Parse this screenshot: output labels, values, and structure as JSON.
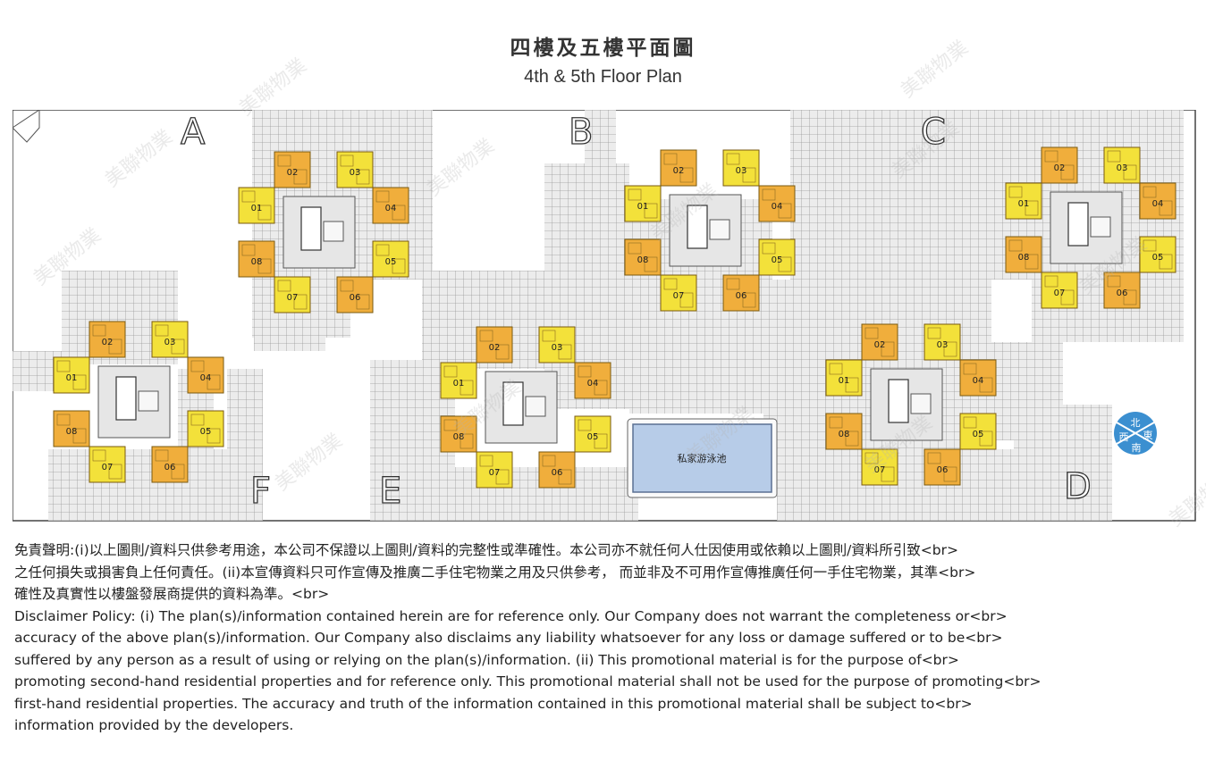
{
  "title": {
    "cn": "四樓及五樓平面圖",
    "en": "4th & 5th Floor Plan"
  },
  "blocks": [
    {
      "letter": "A",
      "units": [
        "01",
        "02",
        "03",
        "04",
        "05",
        "06",
        "07",
        "08"
      ]
    },
    {
      "letter": "B",
      "units": [
        "01",
        "02",
        "03",
        "04",
        "05",
        "06",
        "07",
        "08"
      ]
    },
    {
      "letter": "C",
      "units": [
        "01",
        "02",
        "03",
        "04",
        "05",
        "06",
        "07",
        "08"
      ]
    },
    {
      "letter": "D",
      "units": [
        "01",
        "02",
        "03",
        "04",
        "05",
        "06",
        "07",
        "08"
      ]
    },
    {
      "letter": "E",
      "units": [
        "01",
        "02",
        "03",
        "04",
        "05",
        "06",
        "07",
        "08"
      ]
    },
    {
      "letter": "F",
      "units": [
        "01",
        "02",
        "03",
        "04",
        "05",
        "06",
        "07",
        "08"
      ]
    }
  ],
  "pool_label": "私家游泳池",
  "compass": {
    "north": "北",
    "east": "東",
    "south": "南",
    "west": "西"
  },
  "watermark": "美聯物業",
  "colors": {
    "unit_yellow": "#f3e13a",
    "unit_orange": "#f0ae3c",
    "paving": "#e9e9e9",
    "pool": "#b7cce8",
    "compass": "#3b8fd0"
  },
  "disclaimer": [
    "免責聲明:(i)以上圖則/資料只供參考用途，本公司不保證以上圖則/資料的完整性或準確性。本公司亦不就任何人仕因使用或依賴以上圖則/資料所引致<br>",
    "之任何損失或損害負上任何責任。(ii)本宣傳資料只可作宣傳及推廣二手住宅物業之用及只供參考， 而並非及不可用作宣傳推廣任何一手住宅物業，其準<br>",
    "確性及真實性以樓盤發展商提供的資料為準。<br>",
    "Disclaimer Policy: (i) The plan(s)/information contained herein are for reference only. Our Company does not warrant the completeness or<br>",
    "accuracy of the above plan(s)/information. Our Company also disclaims any liability whatsoever for any loss or damage suffered or to be<br>",
    "suffered by any person as a result of using or relying on the plan(s)/information. (ii) This promotional material is for the purpose of<br>",
    "promoting second-hand residential properties and for reference only. This promotional material shall not be used for the purpose of promoting<br>",
    "first-hand residential properties. The accuracy and truth of the information contained in this promotional material shall be subject to<br>",
    "information provided by the developers."
  ]
}
